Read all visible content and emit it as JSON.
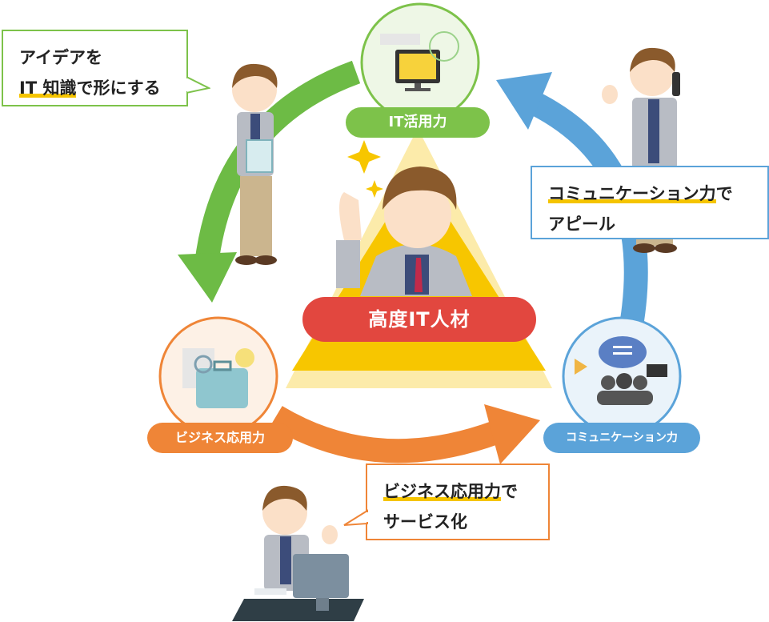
{
  "center": {
    "title": "高度IT人材"
  },
  "nodes": {
    "it": {
      "label": "IT活用力",
      "color": "#7dc24a"
    },
    "business": {
      "label": "ビジネス応用力",
      "color": "#ef8537"
    },
    "communication": {
      "label": "コミュニケーション力",
      "color": "#5ba3d9"
    }
  },
  "callouts": {
    "idea": {
      "line1": "アイデアを",
      "line2_highlight": "IT 知識",
      "line2_rest": "で形にする"
    },
    "appeal": {
      "line1_highlight": "コミュニケーション力",
      "line1_rest": "で",
      "line2": "アピール"
    },
    "service": {
      "line1_highlight": "ビジネス応用力",
      "line1_rest": "で",
      "line2": "サービス化"
    }
  },
  "colors": {
    "pyramid_outer": "#fbe79a",
    "pyramid_inner": "#f7c600",
    "accent_underline": "#f5c400"
  }
}
